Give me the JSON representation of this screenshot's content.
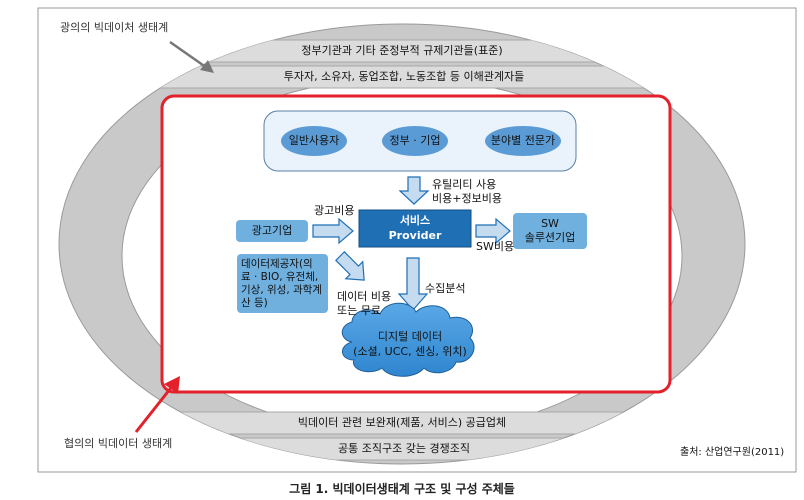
{
  "labels": {
    "broad_ecosystem": "광의의 빅데이처 생태계",
    "narrow_ecosystem": "협의의 빅데이터 생태계",
    "ring_top_1": "정부기관과 기타 준정부적 규제기관들(표준)",
    "ring_top_2": "투자자, 소유자, 동업조합, 노동조합 등 이해관계자들",
    "ring_bottom_1": "빅데이터 관련 보완재(제품, 서비스) 공급업체",
    "ring_bottom_2": "공통 조직구조 갖는 경쟁조직",
    "source": "출처: 산업연구원(2011)",
    "caption": "그림 1. 빅데이터생태계 구조 및 구성 주체들"
  },
  "users": {
    "general": "일반사용자",
    "gov_biz": "정부 · 기업",
    "expert": "분야별  전문가"
  },
  "provider": {
    "line1": "서비스",
    "line2": "Provider"
  },
  "flows": {
    "utility_1": "유틸리티 사용",
    "utility_2": "비용+정보비용",
    "ad_cost": "광고비용",
    "sw_cost": "SW비용",
    "data_cost_1": "데이터 비용",
    "data_cost_2": "또는 무료",
    "collect": "수집분석"
  },
  "actors": {
    "advertiser": "광고기업",
    "sw_1": "SW",
    "sw_2": "솔루션기업",
    "data_provider_lines": [
      "데이터제공자(의",
      "료 · BIO, 유전체,",
      "기상, 위성, 과학계",
      "산 등)"
    ]
  },
  "cloud": {
    "line1": "디지털 데이터",
    "line2": "(소셜, UCC, 센싱, 위치)"
  },
  "colors": {
    "ring_gray": "#c9c9c9",
    "inner_white": "#ffffff",
    "band_gray": "#dcdcdc",
    "red_frame": "#e3212b",
    "blue_oval": "#5b9bd5",
    "light_blue_box": "#6fb0df",
    "provider_blue": "#1f6fb5",
    "arrow_fill": "#9dc3e6"
  }
}
